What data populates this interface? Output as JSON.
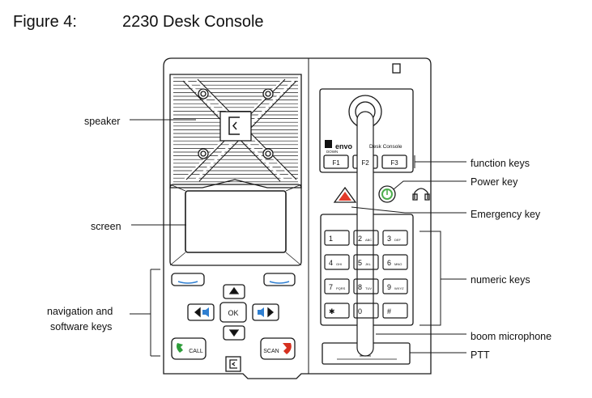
{
  "figure": {
    "label": "Figure 4:",
    "title": "2230 Desk Console"
  },
  "callouts": {
    "speaker": "speaker",
    "screen": "screen",
    "navigation_line1": "navigation and",
    "navigation_line2": "software keys",
    "function_keys": "function keys",
    "power_key": "Power key",
    "emergency_key": "Emergency key",
    "numeric_keys": "numeric keys",
    "boom_microphone": "boom microphone",
    "ptt": "PTT"
  },
  "device": {
    "brand": "envo",
    "model_label": "Desk Console",
    "down_label": "DOWN",
    "function_keys": [
      "F1",
      "F2",
      "F3"
    ],
    "nav_keys": {
      "ok": "OK",
      "call": "CALL",
      "scan": "SCAN"
    },
    "numeric_keys": [
      "1",
      "2",
      "3",
      "4",
      "5",
      "6",
      "7",
      "8",
      "9",
      "✱",
      "0",
      "#"
    ],
    "numeric_sublabels": [
      "",
      "ABC",
      "DEF",
      "GHI",
      "JKL",
      "MNO",
      "PQRS",
      "TUV",
      "WXYZ",
      "",
      "",
      ""
    ]
  },
  "colors": {
    "call_icon": "#2e9d3a",
    "scan_icon": "#d6301f",
    "power_ring": "#4cae4c",
    "emergency": "#e23b2a",
    "nav_accent": "#2f7fd1"
  }
}
